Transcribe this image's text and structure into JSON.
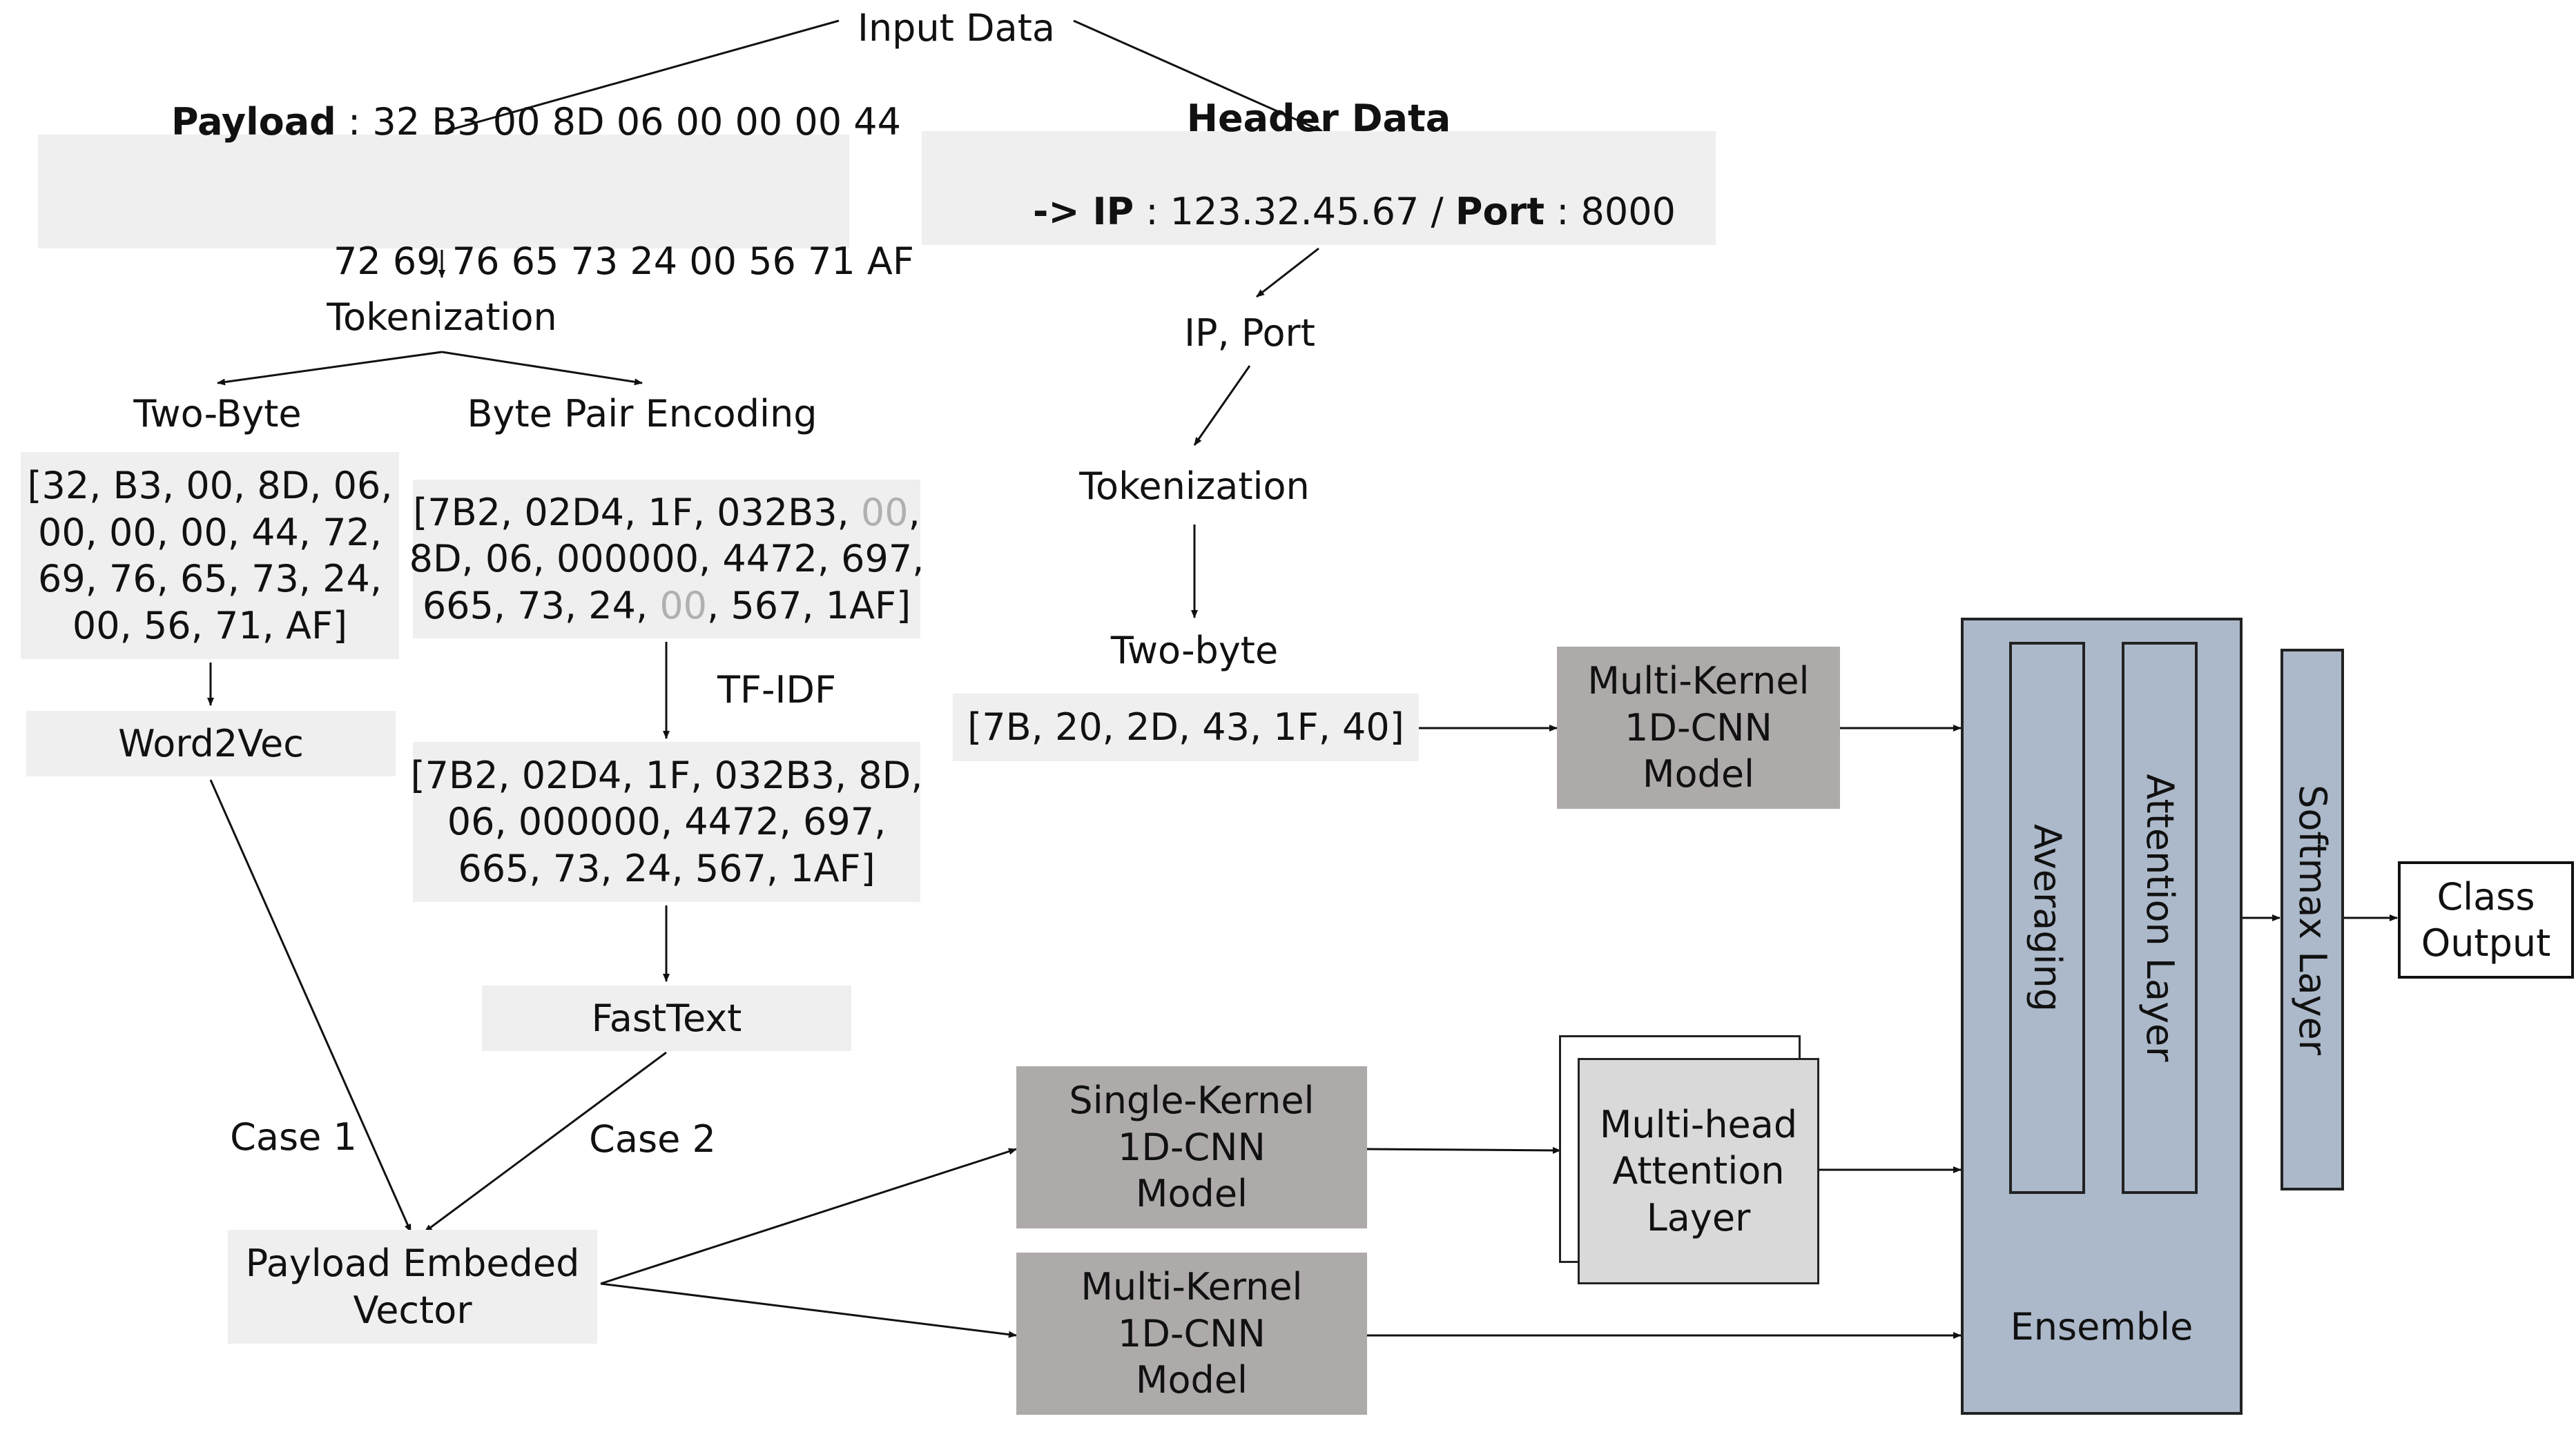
{
  "input_data": "Input Data",
  "payload": {
    "key": "Payload",
    "sep": " : ",
    "line1": "32 B3 00 8D 06 00 00 00 44",
    "line2": "72 69 76 65 73 24 00 56 71 AF"
  },
  "header": {
    "title": "Header Data",
    "arrow": "-> ",
    "ip_key": "IP",
    "ip_val": " : 123.32.45.67 / ",
    "port_key": "Port",
    "port_val": " : 8000"
  },
  "tokenization_left": "Tokenization",
  "two_byte_label": "Two-Byte",
  "bpe_label": "Byte Pair Encoding",
  "two_byte_tokens": [
    "[32, B3, 00, 8D, 06,",
    "00, 00, 00, 44, 72,",
    "69, 76, 65, 73, 24,",
    "00, 56, 71, AF]"
  ],
  "bpe_tokens": {
    "l1a": "[7B2, 02D4, 1F, 032B3, ",
    "l1b": "00",
    "l1c": ",",
    "l2": "8D, 06, 000000, 4472, 697,",
    "l3a": "665, 73, 24, ",
    "l3b": "00",
    "l3c": ", 567, 1AF]"
  },
  "tfidf_label": "TF-IDF",
  "tfidf_tokens": [
    "[7B2, 02D4, 1F, 032B3, 8D,",
    "06, 000000, 4472, 697,",
    "665, 73, 24, 567, 1AF]"
  ],
  "word2vec": "Word2Vec",
  "fasttext": "FastText",
  "case1": "Case 1",
  "case2": "Case 2",
  "payload_vector": [
    "Payload Embeded",
    "Vector"
  ],
  "ip_port": "IP, Port",
  "tokenization_right": "Tokenization",
  "two_byte_right_label": "Two-byte",
  "header_tokens": "[7B, 20, 2D, 43, 1F, 40]",
  "mk_cnn_header": [
    "Multi-Kernel",
    "1D-CNN",
    "Model"
  ],
  "sk_cnn": [
    "Single-Kernel",
    "1D-CNN",
    "Model"
  ],
  "mk_cnn_payload": [
    "Multi-Kernel",
    "1D-CNN",
    "Model"
  ],
  "mha": [
    "Multi-head",
    "Attention",
    "Layer"
  ],
  "averaging": "Averaging",
  "attention_layer": "Attention Layer",
  "ensemble": "Ensemble",
  "softmax": "Softmax Layer",
  "class_output": [
    "Class",
    "Output"
  ]
}
